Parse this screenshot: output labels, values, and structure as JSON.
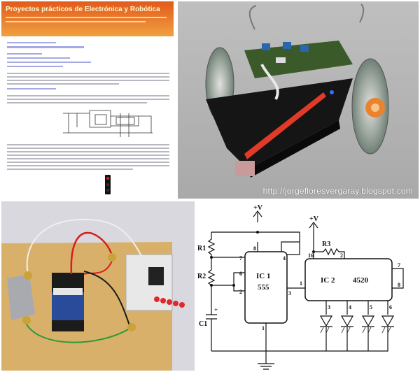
{
  "blog_screenshot": {
    "header_title": "Proyectos prácticos de Electrónica y Robótica"
  },
  "robot_photo": {
    "caption": "http://jorgefloresvergaray.blogspot.com"
  },
  "circuit_diagram": {
    "supply_left": "+V",
    "supply_right": "+V",
    "resistor_1": "R1",
    "resistor_2": "R2",
    "resistor_3": "R3",
    "capacitor": "C1",
    "capacitor_polarity": "+",
    "ic1_name": "IC 1",
    "ic1_part": "555",
    "ic2_name": "IC 2",
    "ic2_part": "4520",
    "ic1_pins": {
      "p8": "8",
      "p7": "7",
      "p6": "6",
      "p2": "2",
      "p3": "3",
      "p1": "1",
      "p4": "4"
    },
    "ic2_pins": {
      "p16": "16",
      "p2": "2",
      "p1": "1",
      "p7": "7",
      "p8": "8",
      "p3": "3",
      "p4": "4",
      "p5": "5",
      "p6": "6"
    }
  }
}
